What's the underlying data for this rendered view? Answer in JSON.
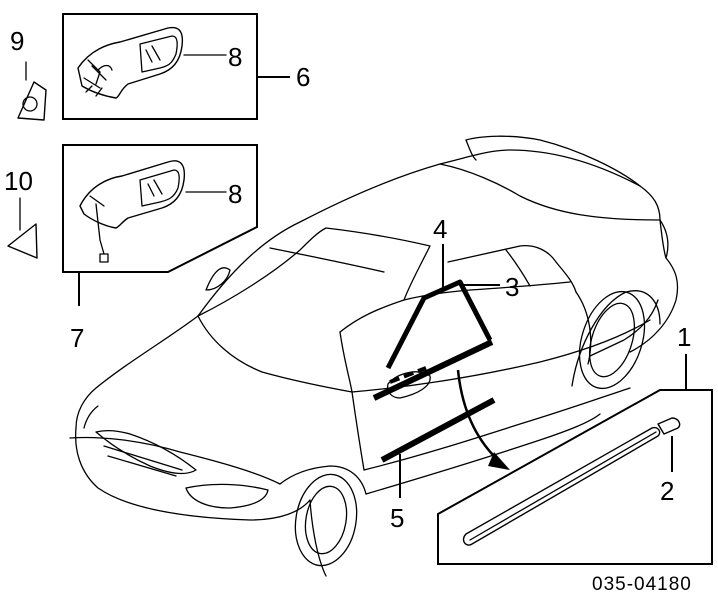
{
  "callouts": {
    "c1": "1",
    "c2": "2",
    "c3": "3",
    "c4": "4",
    "c5": "5",
    "c6": "6",
    "c7": "7",
    "c8a": "8",
    "c8b": "8",
    "c9": "9",
    "c10": "10"
  },
  "diagram_code": "035-04180"
}
